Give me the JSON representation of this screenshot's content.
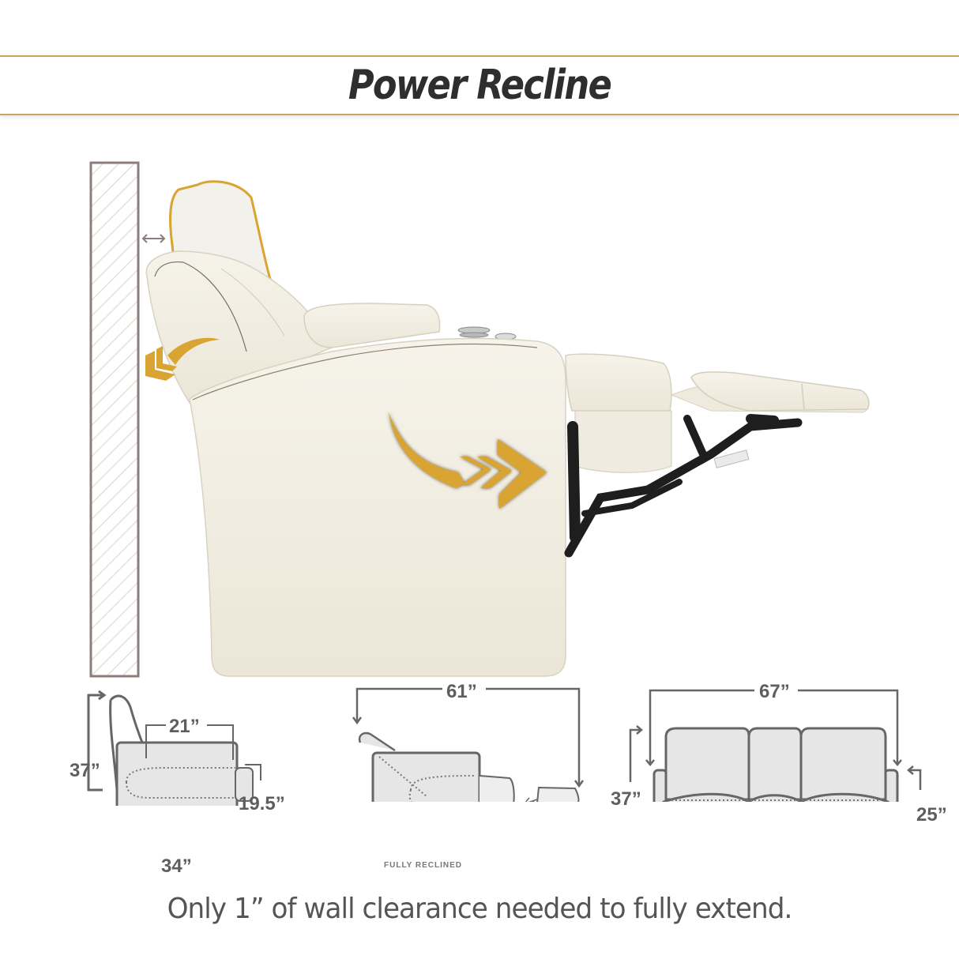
{
  "header": {
    "title": "Power Recline"
  },
  "hero": {
    "description": "Side view of cream leather power recliner shown fully reclined next to a wall, with ghosted upright backrest outline",
    "wall_clearance_indicator": "double-arrow",
    "motion_arrows": [
      "backrest-recline-arrow",
      "footrest-extend-arrow"
    ],
    "colors": {
      "accent_gold": "#d9a431",
      "upholstery": "#f2eee2",
      "mechanism": "#1e1e1e",
      "wall_outline": "#8a7f7a"
    }
  },
  "diagrams": {
    "side_upright": {
      "height": "37”",
      "seat_depth": "21”",
      "seat_height": "19.5”",
      "depth": "34”"
    },
    "side_reclined": {
      "length": "61”",
      "caption": "FULLY RECLINED"
    },
    "front": {
      "width": "67”",
      "height": "37”",
      "arm_height": "25”"
    },
    "line_color": "#666666",
    "fill_color": "#e6e6e6"
  },
  "footer": {
    "note": "Only 1” of wall clearance needed to fully extend."
  }
}
